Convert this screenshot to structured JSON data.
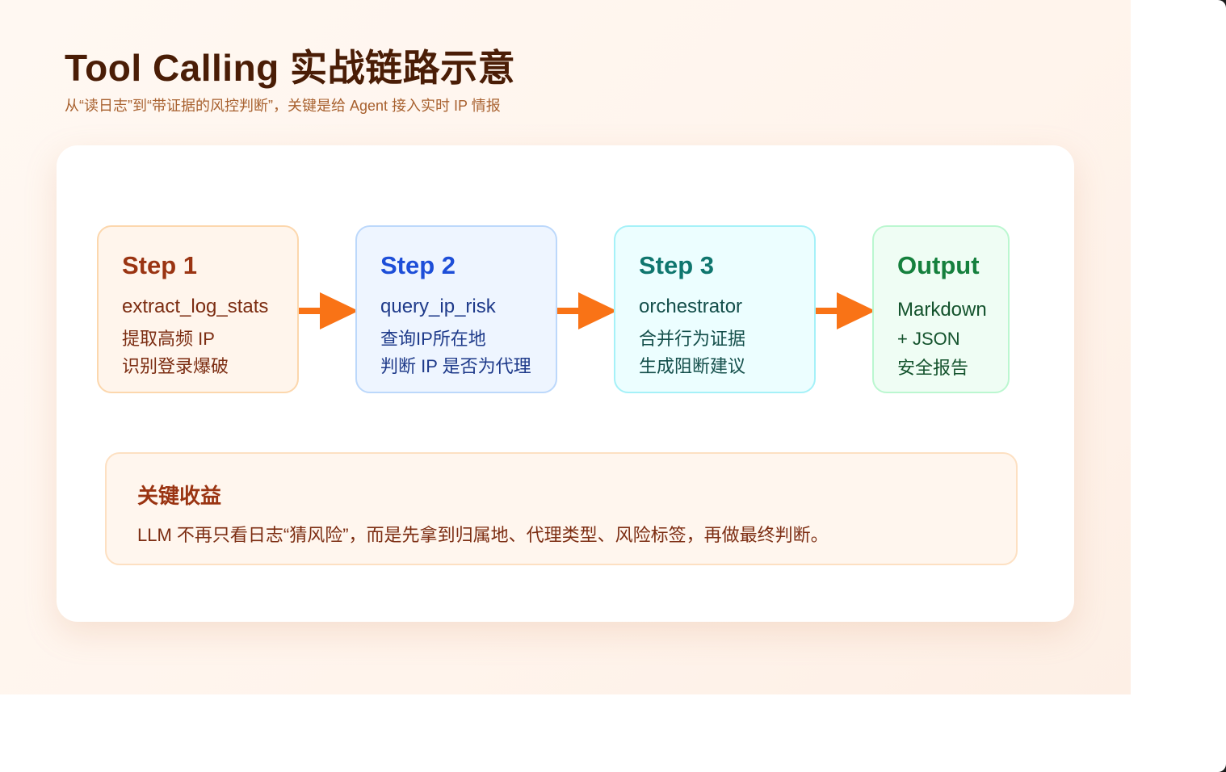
{
  "page": {
    "title": "Tool Calling 实战链路示意",
    "subtitle": "从“读日志”到“带证据的风控判断”，关键是给 Agent 接入实时 IP 情报"
  },
  "steps": [
    {
      "title": "Step 1",
      "fn": "extract_log_stats",
      "lines": [
        "提取高频 IP",
        "识别登录爆破"
      ]
    },
    {
      "title": "Step 2",
      "fn": "query_ip_risk",
      "lines": [
        "查询IP所在地",
        "判断 IP 是否为代理"
      ]
    },
    {
      "title": "Step 3",
      "fn": "orchestrator",
      "lines": [
        "合并行为证据",
        "生成阻断建议"
      ]
    },
    {
      "title": "Output",
      "fn": "Markdown",
      "lines": [
        "+ JSON",
        "安全报告"
      ]
    }
  ],
  "benefit": {
    "title": "关键收益",
    "text": "LLM 不再只看日志“猜风险”，而是先拿到归属地、代理类型、风险标签，再做最终判断。"
  },
  "colors": {
    "arrow": "#f97316",
    "title": "#4a1d06",
    "subtitle": "#a8612f"
  }
}
